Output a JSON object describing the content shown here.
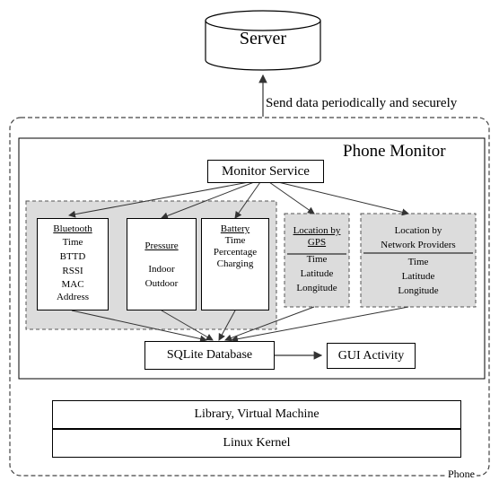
{
  "server": {
    "label": "Server"
  },
  "uplink": {
    "label": "Send data periodically and securely"
  },
  "phone": {
    "label": "Phone"
  },
  "monitor": {
    "title": "Phone Monitor",
    "service": "Monitor Service",
    "sensors": {
      "bluetooth": {
        "title": "Bluetooth",
        "fields": [
          "Time",
          "BTTD",
          "RSSI",
          "MAC",
          "Address"
        ]
      },
      "pressure": {
        "title": "Pressure",
        "fields": [
          "Indoor",
          "Outdoor"
        ]
      },
      "battery": {
        "title": "Battery",
        "fields": [
          "Time",
          "Percentage",
          "Charging"
        ]
      },
      "gps": {
        "title_line1": "Location by",
        "title_line2": "GPS",
        "fields": [
          "Time",
          "Latitude",
          "Longitude"
        ]
      },
      "network": {
        "title_line1": "Location by",
        "title_line2": "Network Providers",
        "fields": [
          "Time",
          "Latitude",
          "Longitude"
        ]
      }
    },
    "database": "SQLite Database",
    "gui": "GUI Activity"
  },
  "stack": {
    "library": "Library, Virtual Machine",
    "kernel": "Linux Kernel"
  }
}
